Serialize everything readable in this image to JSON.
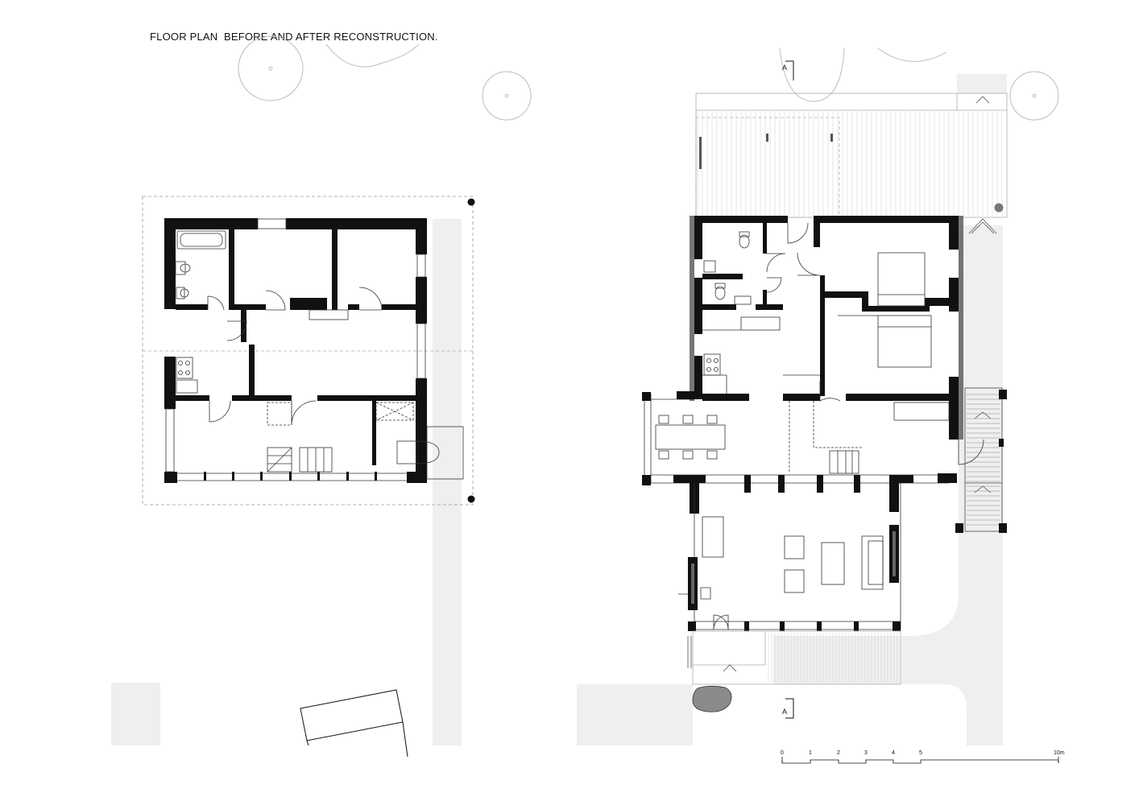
{
  "title": "FLOOR PLAN  BEFORE AND AFTER RECONSTRUCTION.",
  "section_marker": {
    "top": "A",
    "bottom": "A"
  },
  "scale_bar": {
    "labels": [
      "0",
      "1",
      "2",
      "3",
      "4",
      "5",
      "10m"
    ]
  },
  "colors": {
    "wall": "#111111",
    "ground": "#efefef",
    "line": "#555555",
    "rock": "#8a8a8a"
  }
}
